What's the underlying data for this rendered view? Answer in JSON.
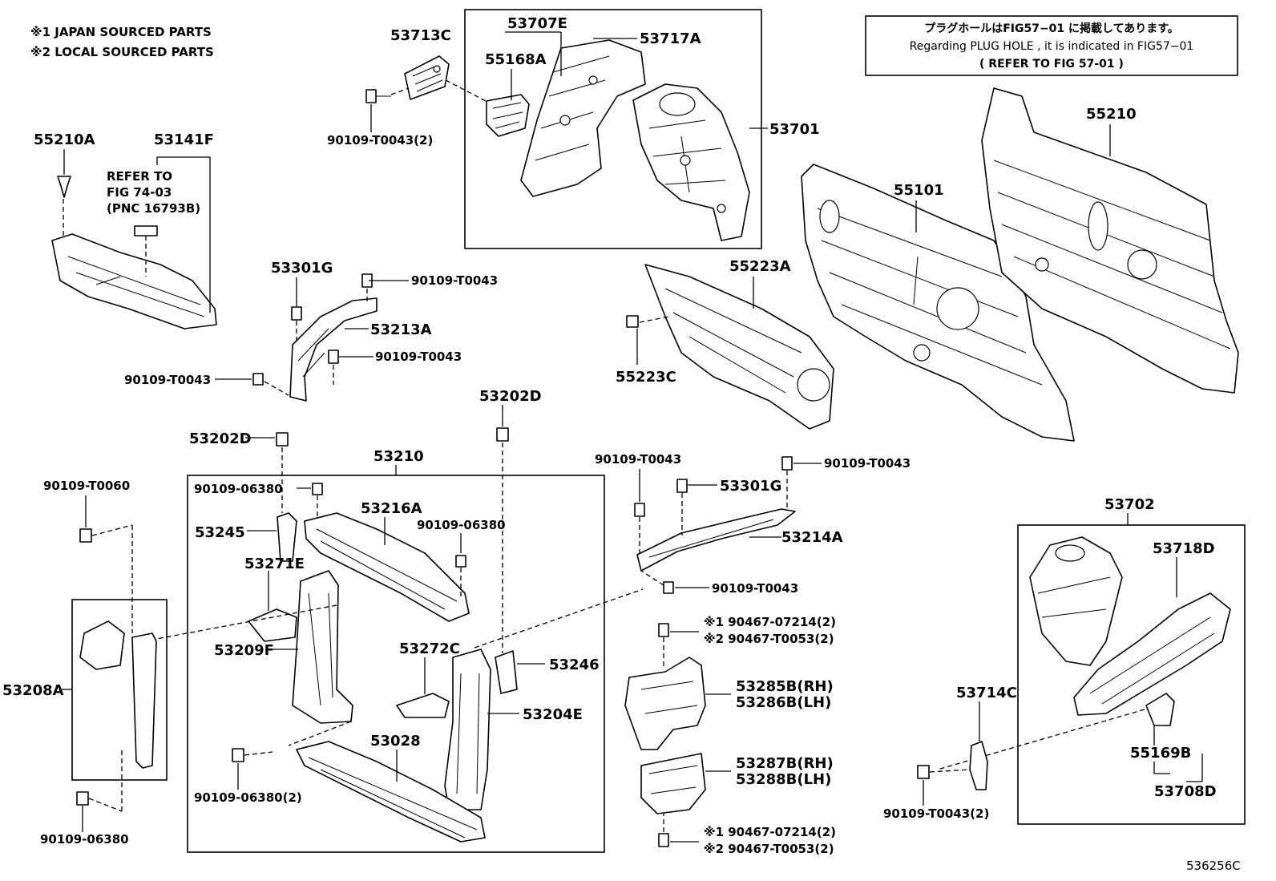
{
  "notes": {
    "japan": "※1 JAPAN SOURCED PARTS",
    "local": "※2 LOCAL SOURCED PARTS"
  },
  "refer_box": {
    "line1": "プラグホールはFIG57−01 に掲載してあります。",
    "line2": "Regarding PLUG HOLE , it is indicated in FIG57−01",
    "line3": "( REFER TO FIG 57-01 )"
  },
  "refer_fig": {
    "line1": "REFER TO",
    "line2": "FIG 74-03",
    "line3": "(PNC 16793B)"
  },
  "labels": {
    "p53713C": "53713C",
    "p53707E": "53707E",
    "p53717A": "53717A",
    "p55168A": "55168A",
    "p90109T0043_2a": "90109-T0043(2)",
    "p53701": "53701",
    "p55210A": "55210A",
    "p53141F": "53141F",
    "p55210": "55210",
    "p55101": "55101",
    "p55223A": "55223A",
    "p55223C": "55223C",
    "p53301G_a": "53301G",
    "p90109T0043_a": "90109-T0043",
    "p53213A": "53213A",
    "p90109T0043_b": "90109-T0043",
    "p90109T0043_c": "90109-T0043",
    "p53202D_a": "53202D",
    "p53202D_b": "53202D",
    "p53210": "53210",
    "p90109T0060": "90109-T0060",
    "p90109_06380_a": "90109-06380",
    "p53216A": "53216A",
    "p90109_06380_b": "90109-06380",
    "p53245": "53245",
    "p53271E": "53271E",
    "p53209F": "53209F",
    "p53208A": "53208A",
    "p53272C": "53272C",
    "p53246": "53246",
    "p53204E": "53204E",
    "p53028": "53028",
    "p90109_06380_2": "90109-06380(2)",
    "p90109_06380_c": "90109-06380",
    "p90109T0043_d": "90109-T0043",
    "p90109T0043_e": "90109-T0043",
    "p53301G_b": "53301G",
    "p53214A": "53214A",
    "p90109T0043_f": "90109-T0043",
    "p90467_a1": "※1 90467-07214(2)",
    "p90467_a2": "※2 90467-T0053(2)",
    "p53285B": "53285B(RH)",
    "p53286B": "53286B(LH)",
    "p53287B": "53287B(RH)",
    "p53288B": "53288B(LH)",
    "p90467_b1": "※1 90467-07214(2)",
    "p90467_b2": "※2 90467-T0053(2)",
    "p53702": "53702",
    "p53718D": "53718D",
    "p53714C": "53714C",
    "p55169B": "55169B",
    "p53708D": "53708D",
    "p90109T0043_2b": "90109-T0043(2)",
    "figcode": "536256C"
  }
}
